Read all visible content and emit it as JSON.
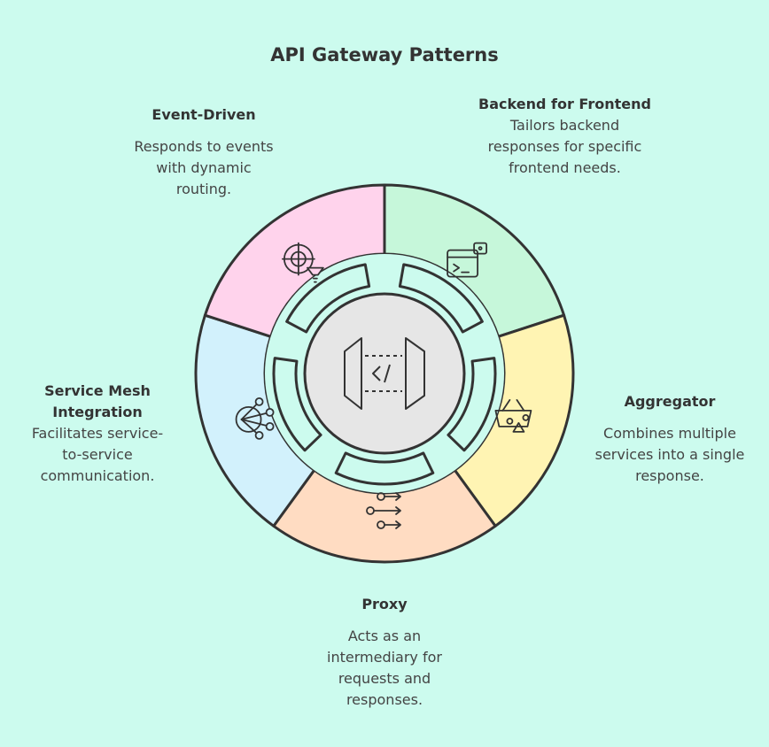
{
  "title": "API Gateway Patterns",
  "center": {
    "icon": "code-brackets-icon",
    "color": "#e6e6e6"
  },
  "segments": [
    {
      "key": "backend-for-frontend",
      "heading": "Backend for Frontend",
      "description": "Tailors backend responses for specific frontend needs.",
      "color": "#c6f7da",
      "icon": "terminal-robot-icon"
    },
    {
      "key": "aggregator",
      "heading": "Aggregator",
      "description": "Combines multiple services into a single response.",
      "color": "#fff4b3",
      "icon": "basket-shapes-icon"
    },
    {
      "key": "proxy",
      "heading": "Proxy",
      "description": "Acts as an intermediary for requests and responses.",
      "color": "#ffdcc2",
      "icon": "branch-arrows-icon"
    },
    {
      "key": "service-mesh-integration",
      "heading": "Service Mesh Integration",
      "description": "Facilitates service-to-service communication.",
      "color": "#d2f1fc",
      "icon": "mesh-network-icon"
    },
    {
      "key": "event-driven",
      "heading": "Event-Driven",
      "description": "Responds to events with dynamic routing.",
      "color": "#ffd3ec",
      "icon": "radar-funnel-icon"
    }
  ],
  "colors": {
    "background": "#ccfbee",
    "stroke": "#333333"
  }
}
